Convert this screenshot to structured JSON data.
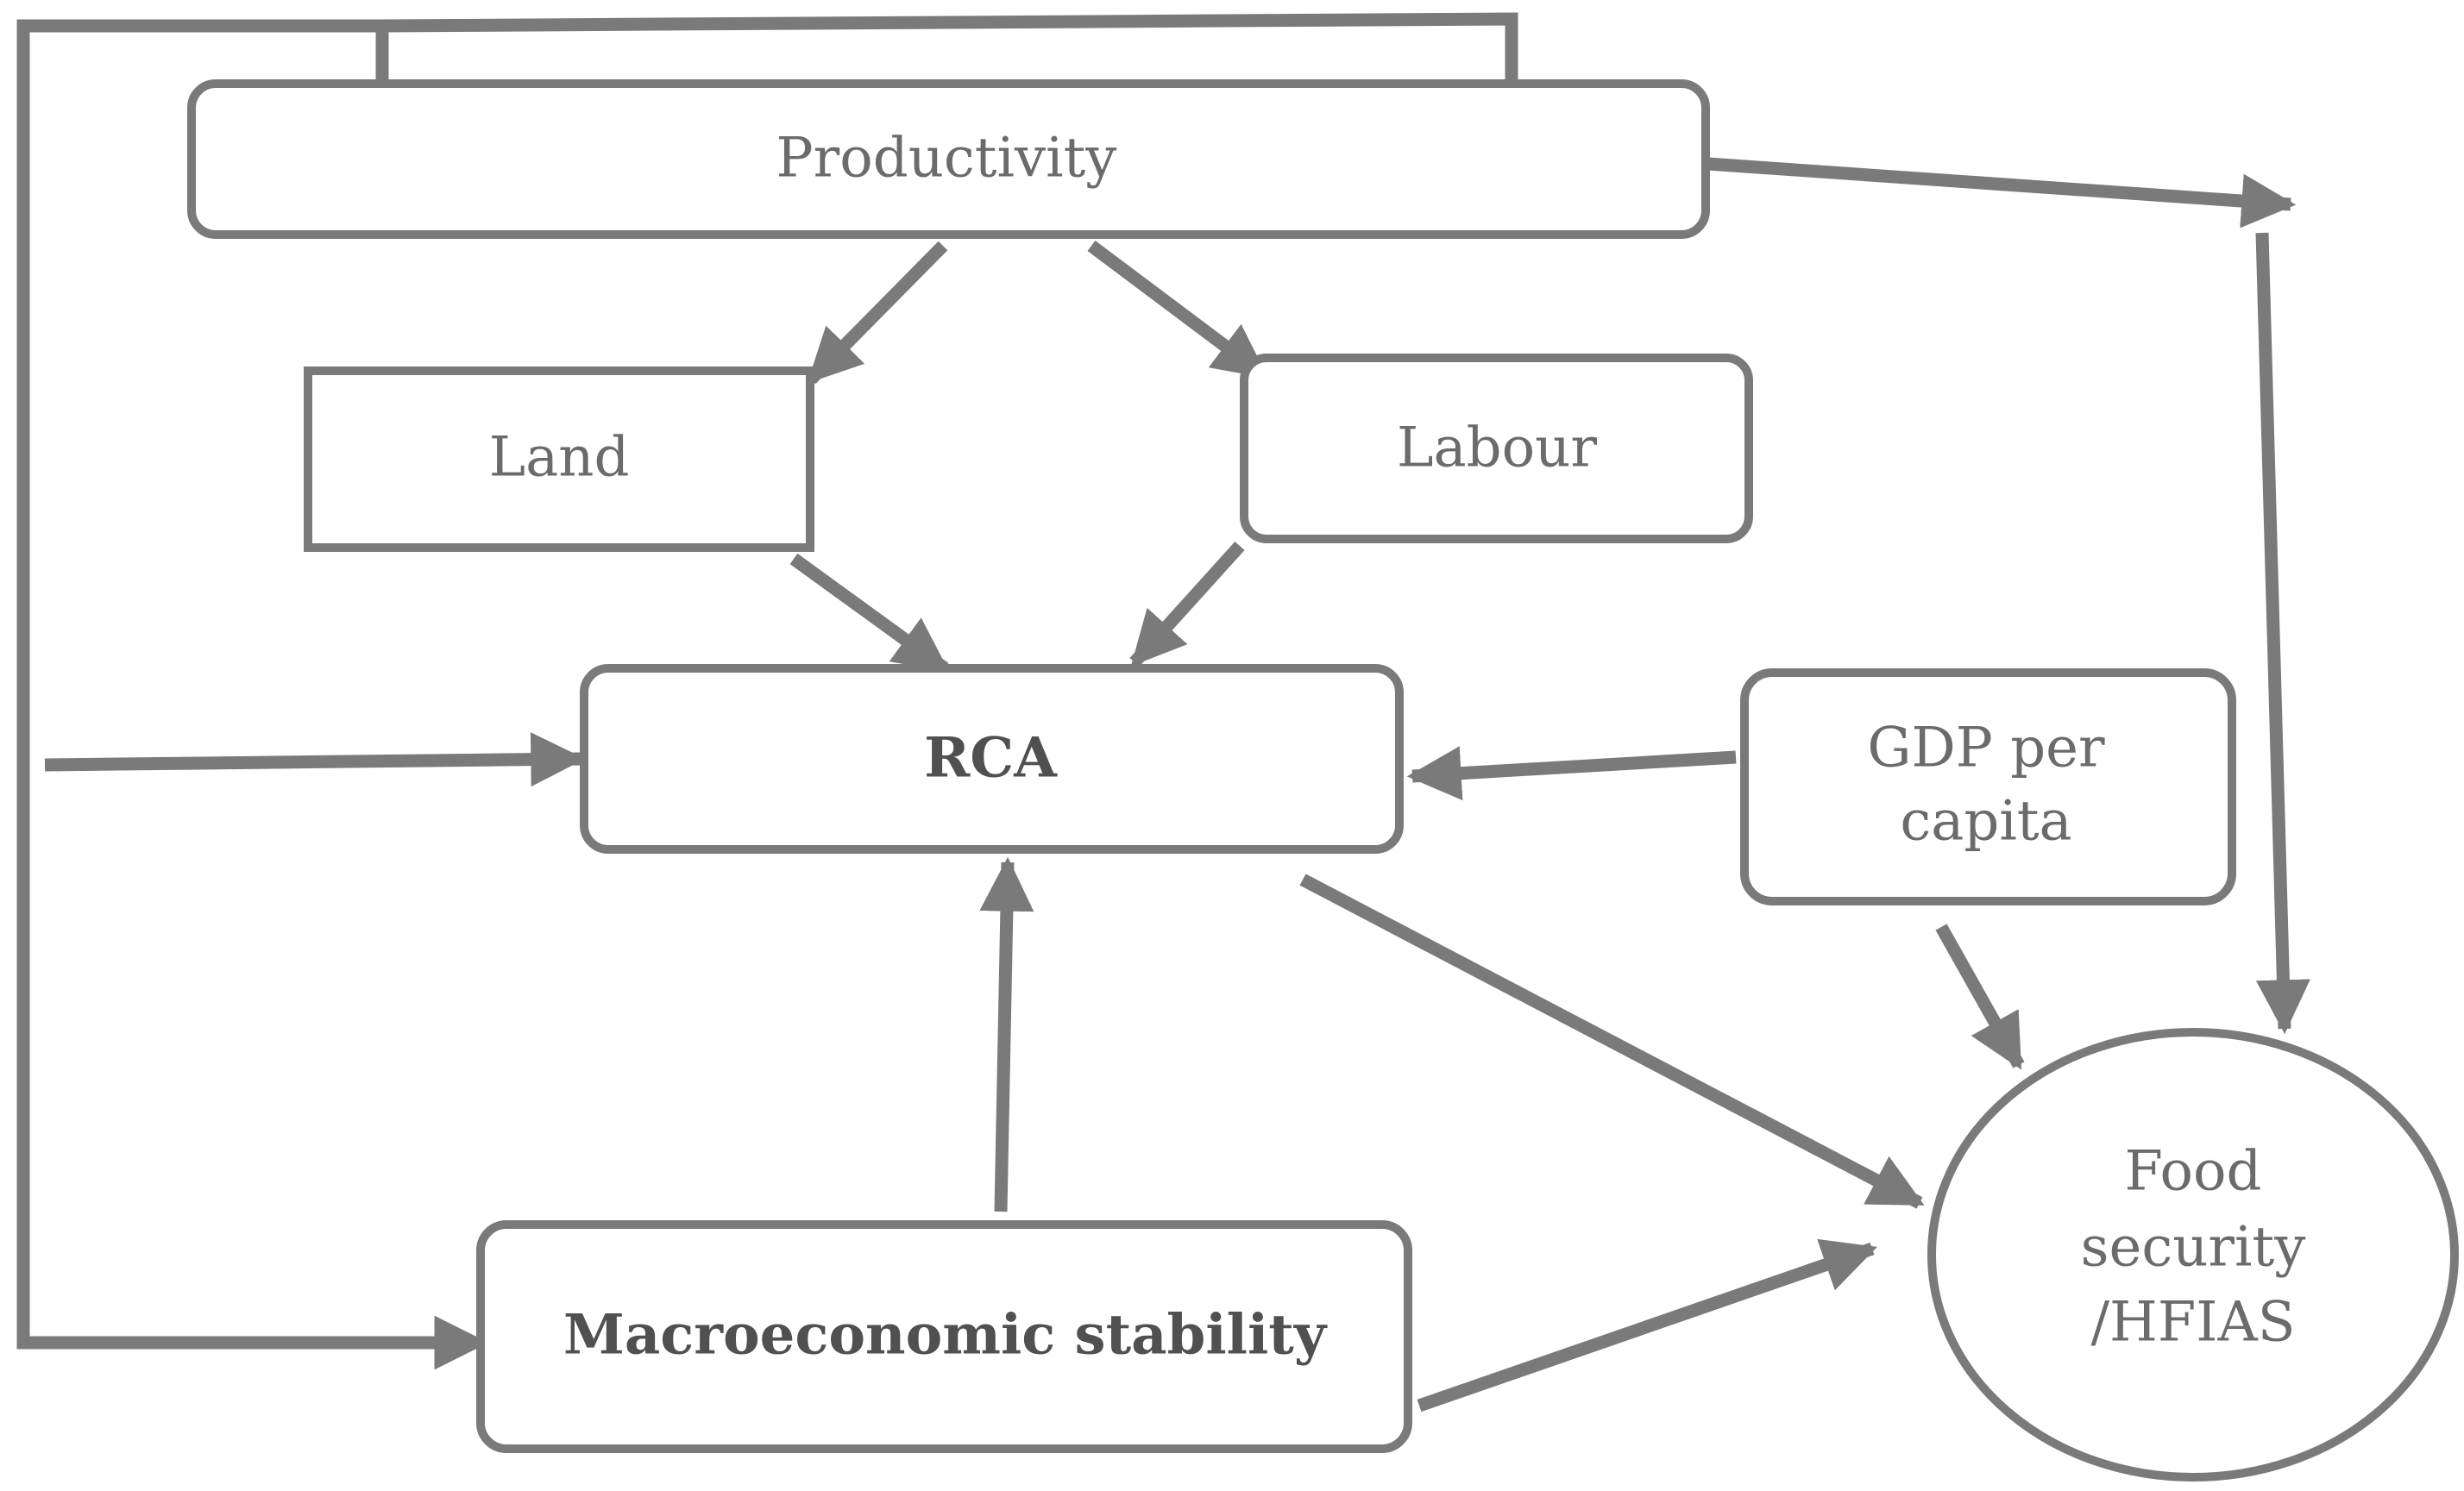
{
  "diagram": {
    "stroke_color": "#7a7a7a",
    "text_color": "#6b6b6b",
    "nodes": {
      "productivity": {
        "label": "Productivity"
      },
      "land": {
        "label": "Land"
      },
      "labour": {
        "label": "Labour"
      },
      "rca": {
        "label": "RCA"
      },
      "gdp": {
        "line1": "GDP per",
        "line2": "capita"
      },
      "macro": {
        "label": "Macroeconomic stability"
      },
      "food": {
        "line1": "Food",
        "line2": "security",
        "line3": "/HFIAS"
      }
    },
    "edges": [
      {
        "from": "Productivity",
        "to": "Land"
      },
      {
        "from": "Productivity",
        "to": "Labour"
      },
      {
        "from": "Productivity",
        "to": "Food security /HFIAS"
      },
      {
        "from": "Land",
        "to": "RCA"
      },
      {
        "from": "Labour",
        "to": "RCA"
      },
      {
        "from": "GDP per capita",
        "to": "RCA"
      },
      {
        "from": "GDP per capita",
        "to": "Food security /HFIAS"
      },
      {
        "from": "Macroeconomic stability",
        "to": "RCA"
      },
      {
        "from": "Macroeconomic stability",
        "to": "Food security /HFIAS"
      },
      {
        "from": "RCA",
        "to": "Food security /HFIAS"
      },
      {
        "from": "Productivity",
        "to": "RCA"
      },
      {
        "from": "Productivity",
        "to": "Macroeconomic stability"
      }
    ]
  }
}
